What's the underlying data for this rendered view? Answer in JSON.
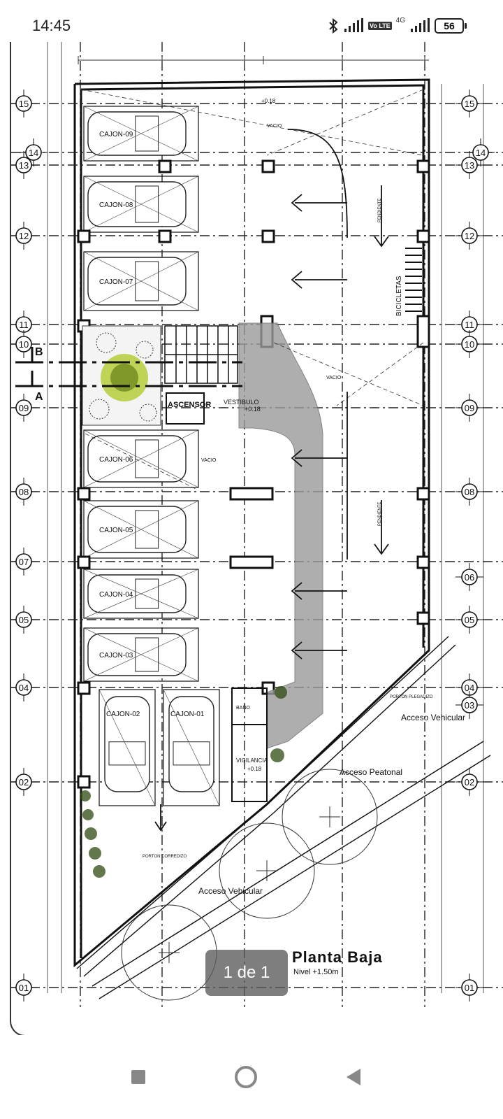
{
  "status": {
    "time": "14:45",
    "volte": "Vo LTE",
    "network": "4G",
    "battery": "56"
  },
  "plan": {
    "title": "Planta  Baja",
    "level": "Nivel +1.50m",
    "grid_left": [
      "15",
      "14",
      "13",
      "12",
      "11",
      "10",
      "09",
      "08",
      "07",
      "05",
      "04",
      "02",
      "01"
    ],
    "grid_right": [
      "15",
      "14",
      "13",
      "12",
      "11",
      "10",
      "09",
      "08",
      "06",
      "05",
      "04",
      "03",
      "02",
      "01"
    ],
    "cajones": [
      "CAJON-09",
      "CAJON-08",
      "CAJON-07",
      "CAJON-06",
      "CAJON-05",
      "CAJON-04",
      "CAJON-03",
      "CAJON-02",
      "CAJON-01"
    ],
    "labels": {
      "ascensor": "ASCENSOR",
      "vestibulo": "VESTIBULO",
      "vestibulo_level": "+0.18",
      "bicicletas": "BICICLETAS",
      "vacio": "VACIO",
      "pendiente": "PENDIENTE",
      "bano": "BAÑO",
      "vigilancia": "VIGILANCIA",
      "vigilancia_level": "+0.18",
      "acceso_vehicular": "Acceso Vehicular",
      "acceso_peatonal": "Acceso Peatonal",
      "porton_plegadizo": "PORTON PLEGADIZO",
      "porton_corredizo": "PORTON CORREDIZO",
      "top_level": "+0.18"
    },
    "section_marks": [
      "A",
      "B"
    ]
  },
  "viewer": {
    "page_indicator": "1 de 1"
  },
  "nav": {
    "recent": "recent-apps",
    "home": "home",
    "back": "back"
  }
}
